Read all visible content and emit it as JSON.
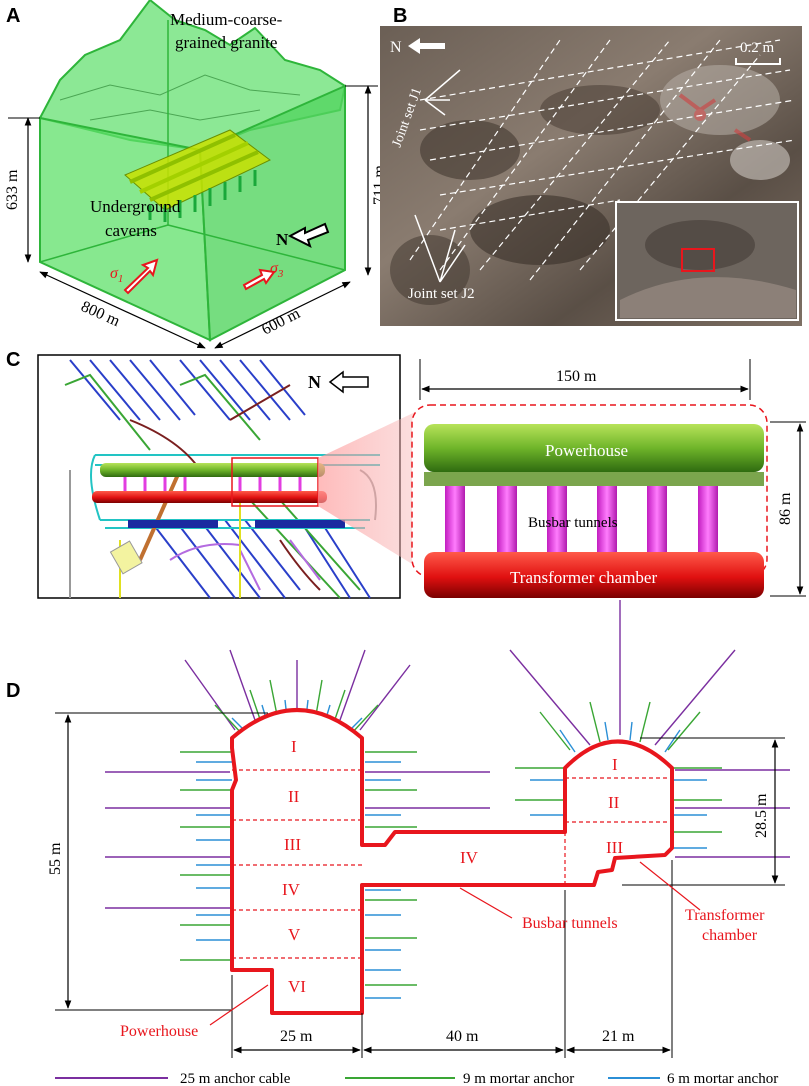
{
  "panels": {
    "a": {
      "label": "A",
      "rock": [
        "Medium-coarse-",
        "grained granite"
      ],
      "caverns": [
        "Underground",
        "caverns"
      ],
      "height_left": "633 m",
      "height_right": "711 m",
      "width_front": "800 m",
      "width_side": "600 m",
      "north": "N",
      "sigma1": "σ",
      "sigma1_sub": "1",
      "sigma3": "σ",
      "sigma3_sub": "3"
    },
    "b": {
      "label": "B",
      "north": "N",
      "scale": "0.2 m",
      "joint1": "Joint set J1",
      "joint2": "Joint set J2"
    },
    "c": {
      "label": "C",
      "north": "N",
      "length": "150 m",
      "height": "86 m",
      "powerhouse": "Powerhouse",
      "busbar": "Busbar tunnels",
      "transformer": "Transformer chamber"
    },
    "d": {
      "label": "D",
      "height_powerhouse": "55 m",
      "height_transformer": "28.5 m",
      "width_powerhouse": "25 m",
      "width_busbar": "40 m",
      "width_transformer": "21 m",
      "layers_powerhouse": [
        "I",
        "II",
        "III",
        "IV",
        "V",
        "VI"
      ],
      "layers_transformer": [
        "I",
        "II",
        "III"
      ],
      "busbar_layer": "IV",
      "busbar_label": "Busbar tunnels",
      "transformer_label": [
        "Transformer",
        "chamber"
      ],
      "powerhouse_label": "Powerhouse"
    }
  },
  "legend": [
    {
      "label": "25 m anchor cable",
      "color": "#7b2fa0"
    },
    {
      "label": "9 m mortar anchor",
      "color": "#3aa635"
    },
    {
      "label": "6 m mortar anchor",
      "color": "#2b8fd6"
    }
  ],
  "colors": {
    "lining": "#e8161d",
    "rock_box": "#5fe06a",
    "powerhouse": "#6fb52a",
    "busbar": "#e23ee0",
    "transformer": "#e01010"
  }
}
